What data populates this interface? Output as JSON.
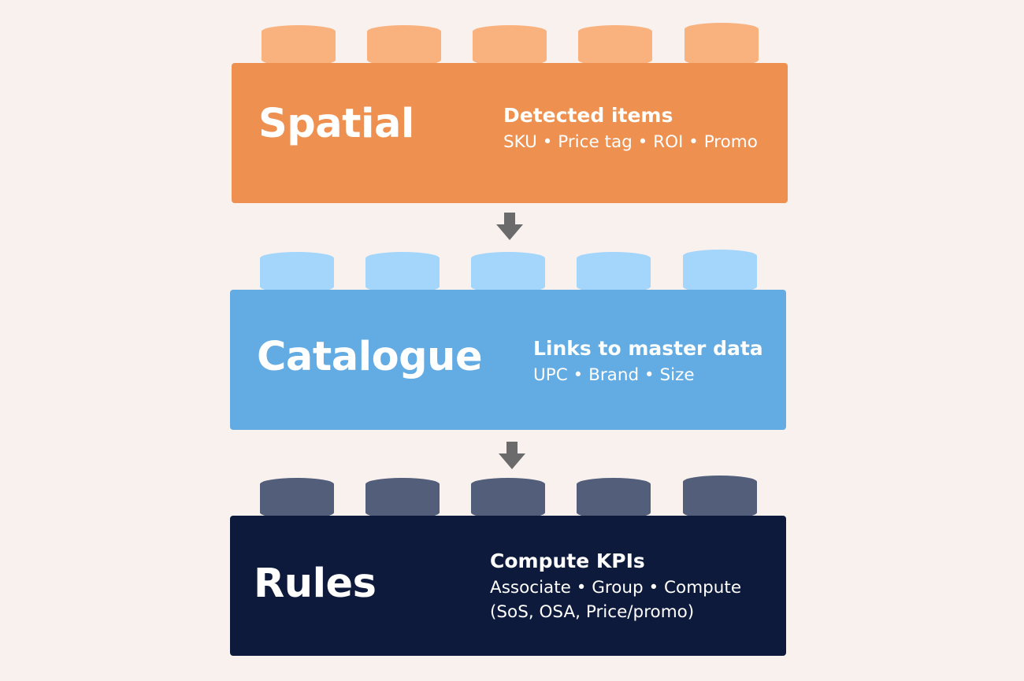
{
  "layers": [
    {
      "title": "Spatial",
      "heading": "Detected items",
      "lines": [
        "SKU • Price tag • ROI • Promo"
      ],
      "colors": {
        "brick": "#ed9050",
        "stud": "#f9b17d"
      }
    },
    {
      "title": "Catalogue",
      "heading": "Links to master data",
      "lines": [
        "UPC • Brand • Size"
      ],
      "colors": {
        "brick": "#62abe3",
        "stud": "#a4d6fc"
      }
    },
    {
      "title": "Rules",
      "heading": "Compute KPIs",
      "lines": [
        "Associate • Group • Compute",
        "(SoS, OSA, Price/promo)"
      ],
      "colors": {
        "brick": "#0d1a3b",
        "stud": "#525e7a"
      }
    }
  ],
  "connector_color": "#6b6b6b",
  "background": "#f9f1ee"
}
